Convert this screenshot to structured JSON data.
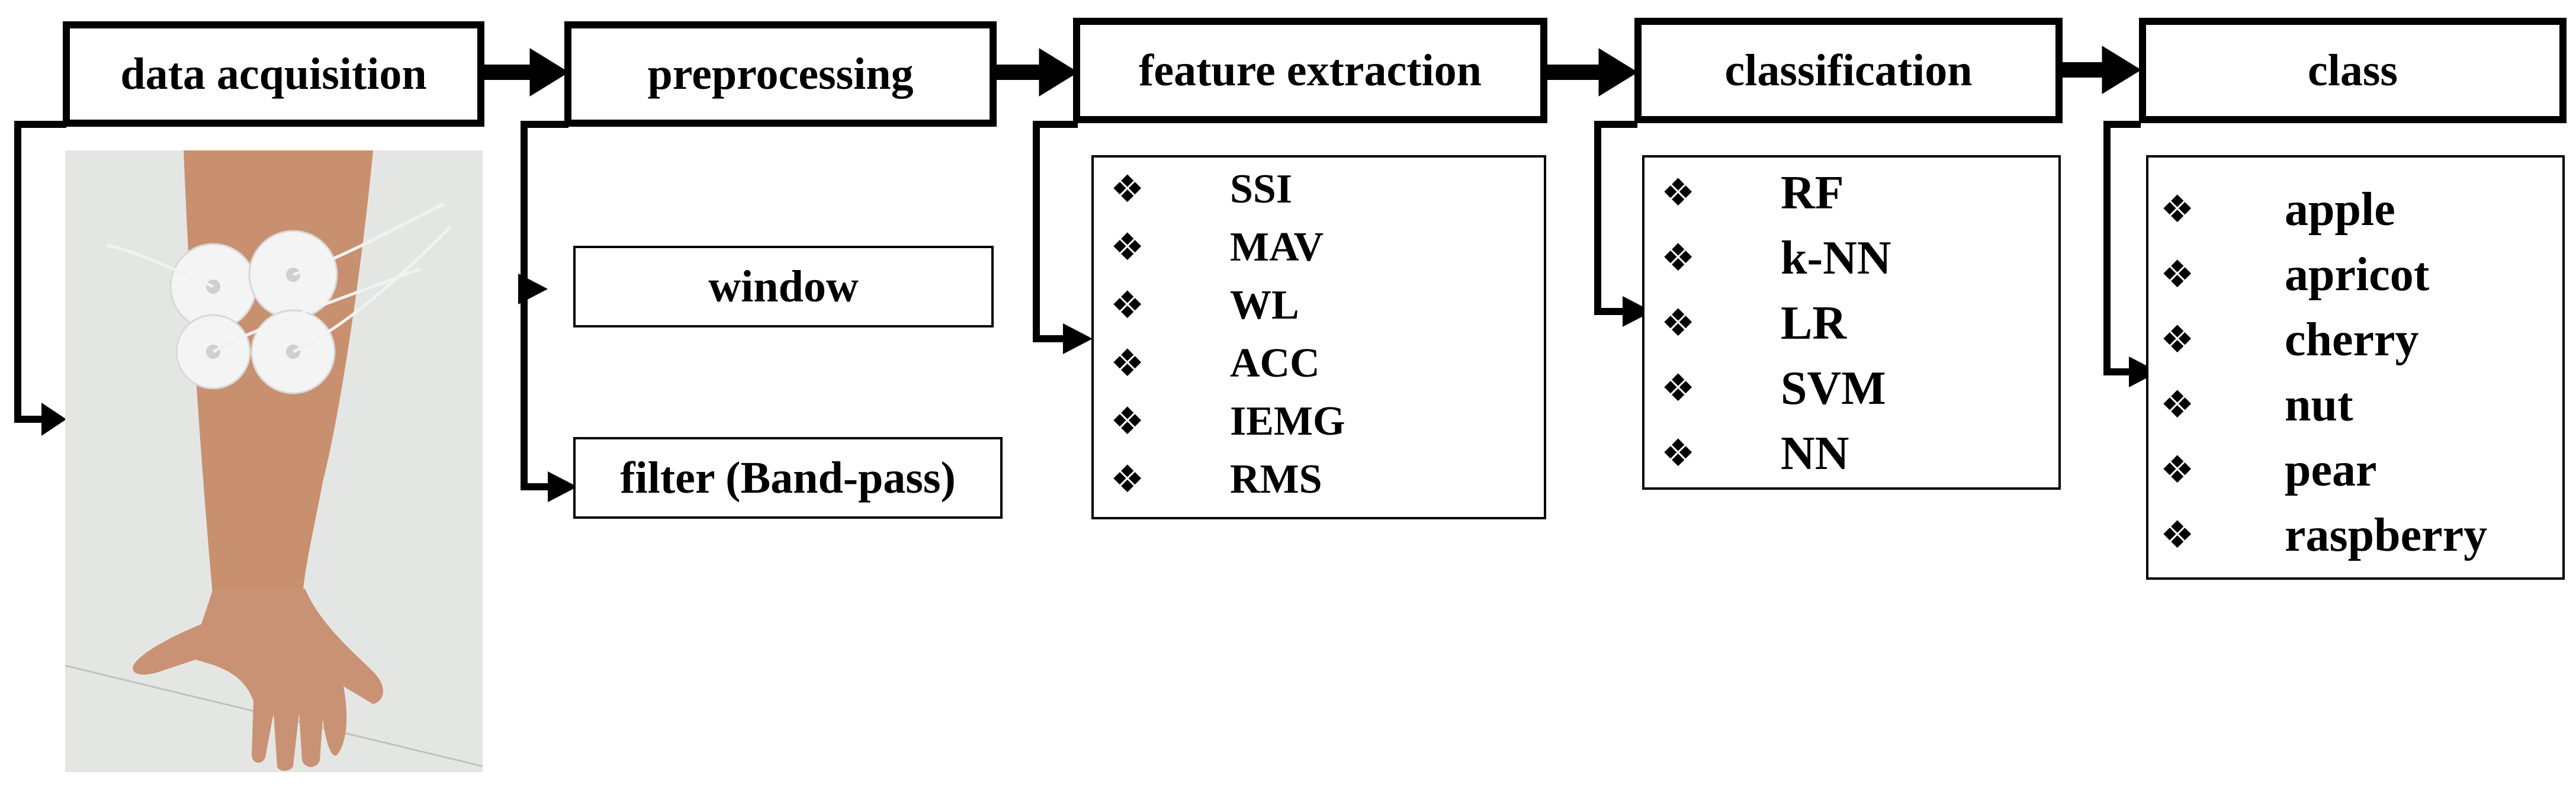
{
  "stages": [
    {
      "title": "data acquisition"
    },
    {
      "title": "preprocessing",
      "items": [
        "window",
        "filter (Band-pass)"
      ]
    },
    {
      "title": "feature extraction",
      "items": [
        "SSI",
        "MAV",
        "WL",
        "ACC",
        "IEMG",
        "RMS"
      ]
    },
    {
      "title": "classification",
      "items": [
        "RF",
        "k-NN",
        "LR",
        "SVM",
        "NN"
      ]
    },
    {
      "title": "class",
      "items": [
        "apple",
        "apricot",
        "cherry",
        "nut",
        "pear",
        "raspberry"
      ]
    }
  ],
  "bullet_glyph": "❖",
  "colors": {
    "line": "#000000",
    "background": "#ffffff"
  }
}
